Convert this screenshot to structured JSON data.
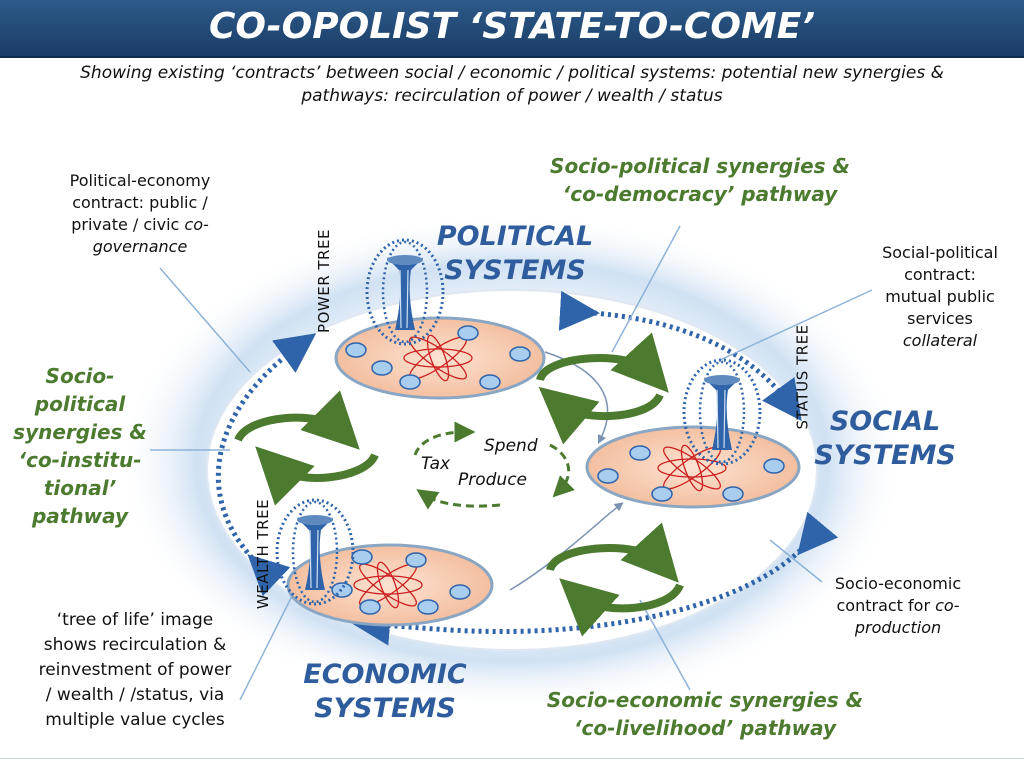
{
  "title": "CO-OPOLIST ‘STATE-TO-COME’",
  "subtitle_line1": "Showing existing ‘contracts’ between social / economic / political systems: potential new synergies &",
  "subtitle_line2": "pathways: recirculation of power / wealth / status",
  "systems": {
    "political_line1": "POLITICAL",
    "political_line2": "SYSTEMS",
    "social_line1": "SOCIAL",
    "social_line2": "SYSTEMS",
    "economic_line1": "ECONOMIC",
    "economic_line2": "SYSTEMS"
  },
  "trees": {
    "power": "POWER TREE",
    "status": "STATUS TREE",
    "wealth": "WEALTH TREE"
  },
  "center_flow": {
    "tax": "Tax",
    "spend": "Spend",
    "produce": "Produce"
  },
  "synergies": {
    "political_line1": "Socio-political synergies &",
    "political_line2": "‘co-democracy’ pathway",
    "institutional_lines": [
      "Socio-",
      "political",
      "synergies &",
      "‘co-institu-",
      "tional’",
      "pathway"
    ],
    "economic_line1": "Socio-economic synergies &",
    "economic_line2": "‘co-livelihood’ pathway"
  },
  "contracts": {
    "political_economy_line1": "Political-economy",
    "political_economy_line2": "contract: public /",
    "political_economy_line3a": "private / civic ",
    "political_economy_line3b": "co-",
    "political_economy_line4": "governance",
    "social_political_line1": "Social-political",
    "social_political_line2": "contract:",
    "social_political_line3": "mutual public",
    "social_political_line4": "services",
    "social_political_line5": "collateral",
    "socio_economic_line1": "Socio-economic",
    "socio_economic_line2a": "contract for ",
    "socio_economic_line2b": "co-",
    "socio_economic_line3": "production"
  },
  "tree_of_life_note": [
    "‘tree of life’ image",
    "shows recirculation &",
    "reinvestment of power",
    "/ wealth / /status, via",
    "multiple value cycles"
  ],
  "colors": {
    "banner": "#1f4674",
    "system_blue": "#2f5c9c",
    "synergy_green": "#4c7a2f",
    "hub_fill": "#f6cdb4",
    "node_fill": "#a9cdee",
    "atom_red": "#cc1f1f"
  }
}
